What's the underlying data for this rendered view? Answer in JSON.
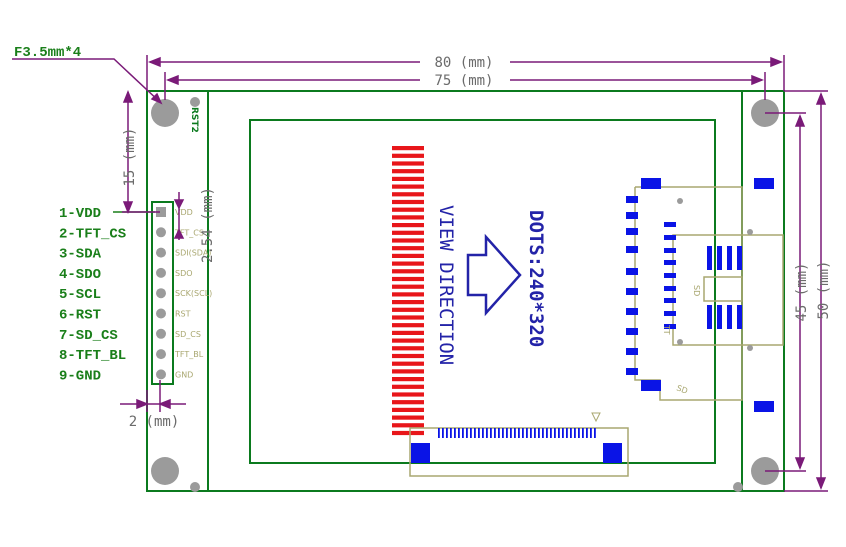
{
  "diagram": {
    "mount_hole_note": "F3.5mm*4",
    "dim_width_outer": "80 (mm)",
    "dim_width_inner": "75 (mm)",
    "dim_height_inner": "45 (mm)",
    "dim_height_outer": "50 (mm)",
    "dim_top_offset": "15 (mm)",
    "dim_pitch": "2.54 (mm)",
    "dim_left_offset": "2 (mm)",
    "header_silkscreen": "RST2",
    "view_direction": "VIEW DIRECTION",
    "dots": "DOTS:240*320",
    "sd_silk_1": "SD",
    "sd_silk_2": "TT",
    "sd_silk_3": "SD",
    "pins": [
      {
        "label": "1-VDD",
        "silk": "VDD"
      },
      {
        "label": "2-TFT_CS",
        "silk": "TFT_CS"
      },
      {
        "label": "3-SDA",
        "silk": "SDI(SDA)"
      },
      {
        "label": "4-SDO",
        "silk": "SDO"
      },
      {
        "label": "5-SCL",
        "silk": "SCK(SCL)"
      },
      {
        "label": "6-RST",
        "silk": "RST"
      },
      {
        "label": "7-SD_CS",
        "silk": "SD_CS"
      },
      {
        "label": "8-TFT_BL",
        "silk": "TFT_BL"
      },
      {
        "label": "9-GND",
        "silk": "GND"
      }
    ]
  },
  "colors": {
    "board": "#0b7a1e",
    "dimension": "#7a1a78",
    "fpc": "#e8161a",
    "pad": "#0a14e6",
    "silkscreen": "#a9a770",
    "text": "#2323a8"
  }
}
